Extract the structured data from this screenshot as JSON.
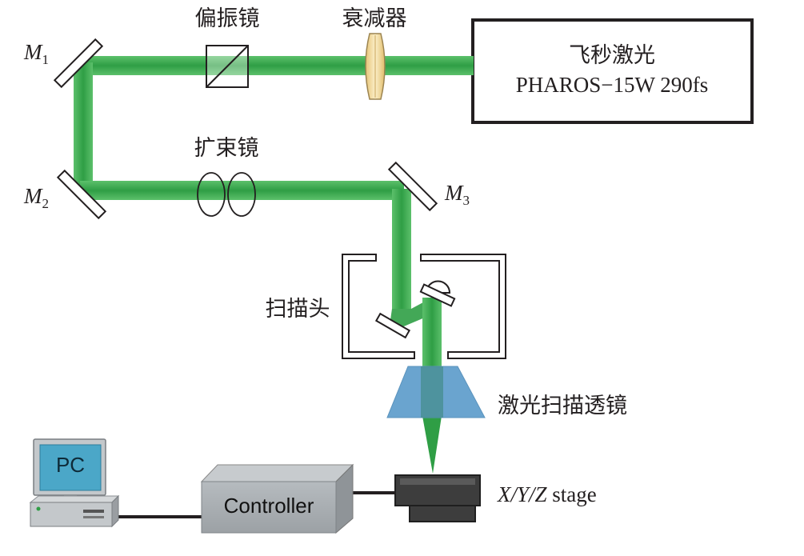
{
  "labels": {
    "polarizer": "偏振镜",
    "attenuator": "衰减器",
    "laser_line1": "飞秒激光",
    "laser_line2": "PHAROS−15W 290fs",
    "beam_expander": "扩束镜",
    "scan_head": "扫描头",
    "scan_lens": "激光扫描透镜",
    "controller": "Controller",
    "pc": "PC",
    "stage_axes": "X/Y/Z",
    "stage_word": " stage"
  },
  "mirrors": [
    {
      "letter": "M",
      "sub": "1"
    },
    {
      "letter": "M",
      "sub": "2"
    },
    {
      "letter": "M",
      "sub": "3"
    }
  ],
  "colors": {
    "beam": "#36a94b",
    "beam_core": "#1f8f36",
    "lens_blue": "#6aa4cf",
    "box_gray": "#a9aeb2",
    "stage_dark": "#3d3d3d",
    "monitor_screen": "#4ba7c8",
    "attenuator": "#f3d89a"
  }
}
